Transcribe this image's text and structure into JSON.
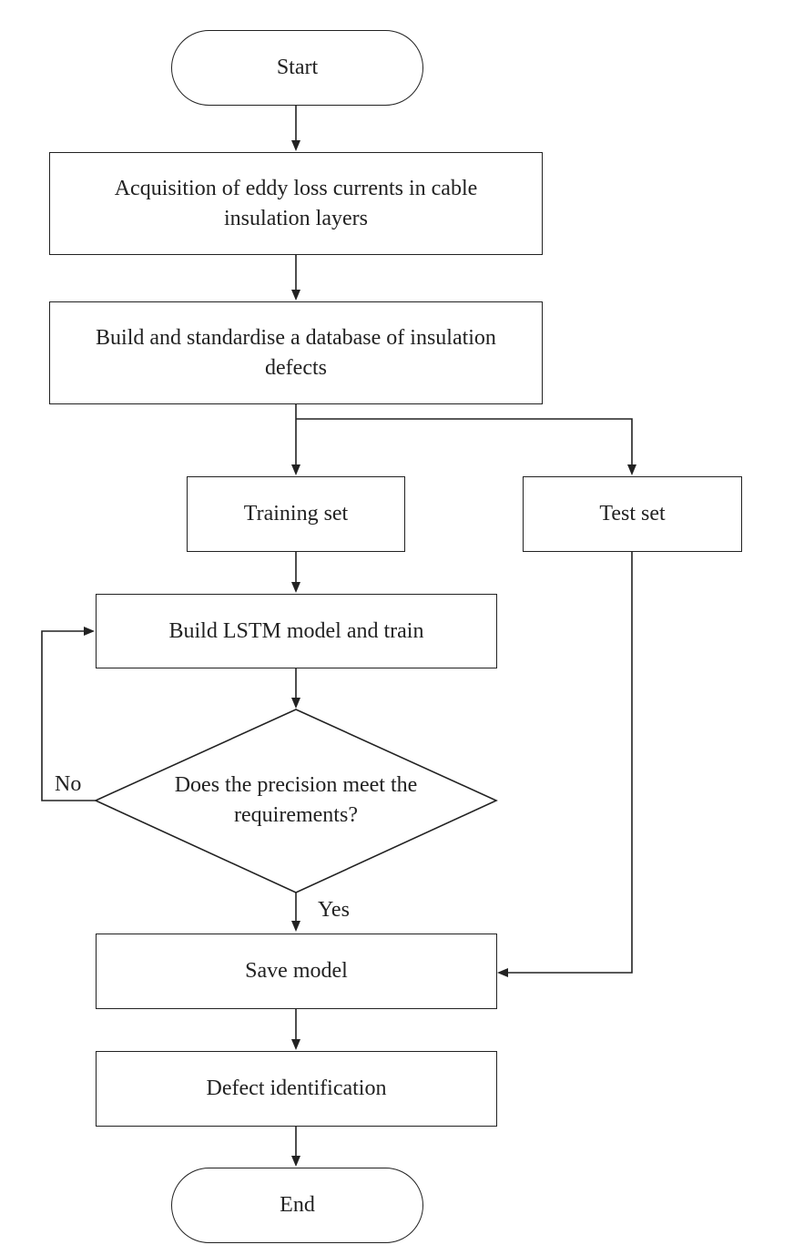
{
  "flowchart": {
    "start": "Start",
    "acquisition": "Acquisition of eddy loss currents in cable insulation layers",
    "database": "Build and standardise a database of insulation defects",
    "training_set": "Training set",
    "test_set": "Test set",
    "build_lstm": "Build LSTM model and train",
    "decision": "Does the precision meet the requirements?",
    "no_label": "No",
    "yes_label": "Yes",
    "save_model": "Save model",
    "defect_identification": "Defect identification",
    "end": "End"
  },
  "colors": {
    "stroke": "#222222",
    "background": "#ffffff"
  }
}
